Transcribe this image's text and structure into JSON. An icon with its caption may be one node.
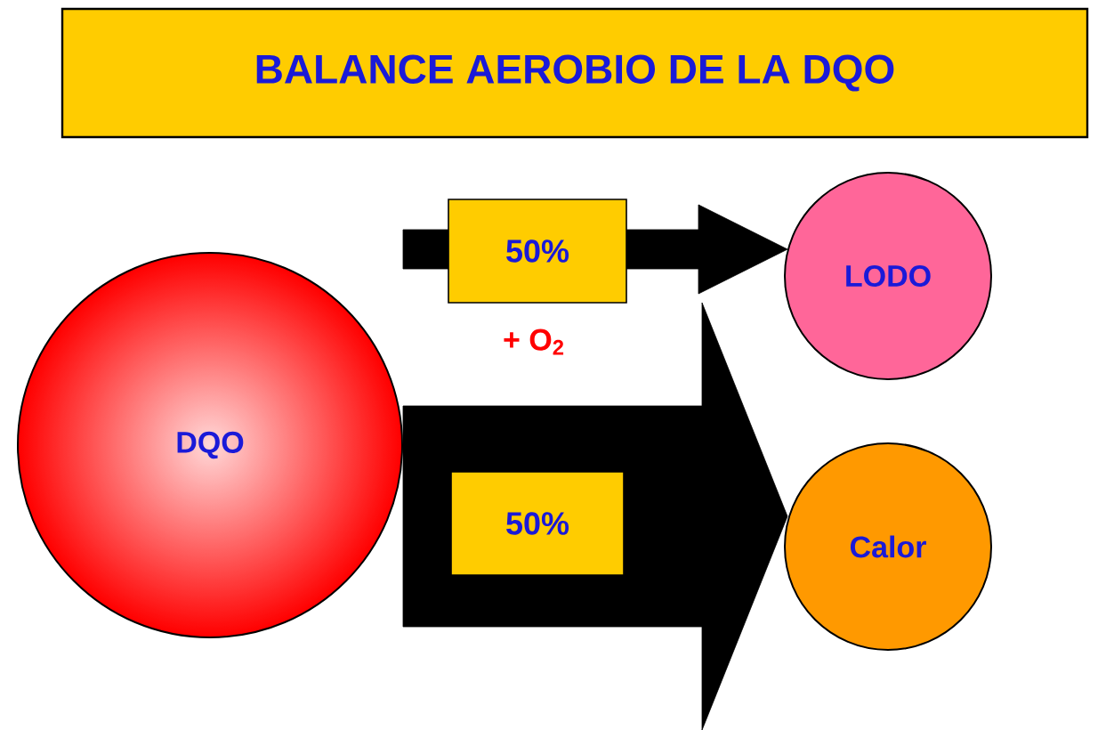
{
  "diagram": {
    "title": "BALANCE AEROBIO DE LA DQO",
    "nodes": [
      {
        "text": [
          "DQO"
        ]
      },
      {
        "text": [
          "LODO"
        ]
      },
      {
        "text": [
          "Calor"
        ]
      }
    ],
    "edges": [
      {
        "from": 0,
        "to": 1,
        "arrow": "to",
        "label": "50%",
        "style": "thick"
      },
      {
        "from": 0,
        "to": 2,
        "arrow": "to",
        "label": "50%",
        "style": "thick"
      }
    ],
    "labels": [
      "+ O$_{2}$"
    ]
  }
}
